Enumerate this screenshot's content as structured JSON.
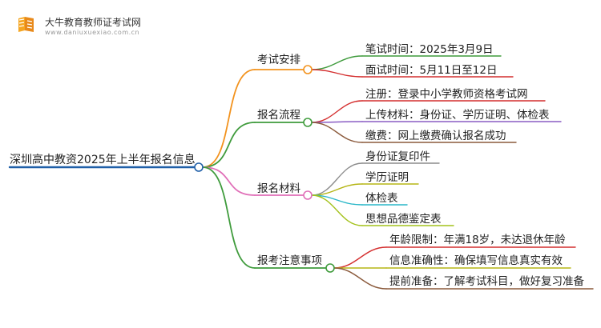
{
  "logo": {
    "title": "大牛教育教师证考试网",
    "url": "www.daniuxuexiao.com.cn"
  },
  "root": {
    "label": "深圳高中教资2025年上半年报名信息",
    "color": "#1f5fa8"
  },
  "branches": [
    {
      "label": "考试安排",
      "color": "#f2921d",
      "leaves": [
        {
          "label": "笔试时间：2025年3月9日",
          "color": "#3f9b3c"
        },
        {
          "label": "面试时间：5月11日至12日",
          "color": "#d42f2f"
        }
      ]
    },
    {
      "label": "报名流程",
      "color": "#3f9b3c",
      "leaves": [
        {
          "label": "注册：登录中小学教师资格考试网",
          "color": "#d42f2f"
        },
        {
          "label": "上传材料：身份证、学历证明、体检表",
          "color": "#8a5dc4"
        },
        {
          "label": "缴费：网上缴费确认报名成功",
          "color": "#8b5a3c"
        }
      ]
    },
    {
      "label": "报名材料",
      "color": "#e06fb8",
      "leaves": [
        {
          "label": "身份证复印件",
          "color": "#8c8c8c"
        },
        {
          "label": "学历证明",
          "color": "#b5b515"
        },
        {
          "label": "体检表",
          "color": "#2ab7c8"
        },
        {
          "label": "思想品德鉴定表",
          "color": "#a4c21c"
        }
      ]
    },
    {
      "label": "报考注意事项",
      "color": "#3f9b3c",
      "leaves": [
        {
          "label": "年龄限制：年满18岁，未达退休年龄",
          "color": "#d42f2f"
        },
        {
          "label": "信息准确性：确保填写信息真实有效",
          "color": "#b5b515"
        },
        {
          "label": "提前准备：了解考试科目，做好复习准备",
          "color": "#8b5a3c"
        }
      ]
    }
  ]
}
